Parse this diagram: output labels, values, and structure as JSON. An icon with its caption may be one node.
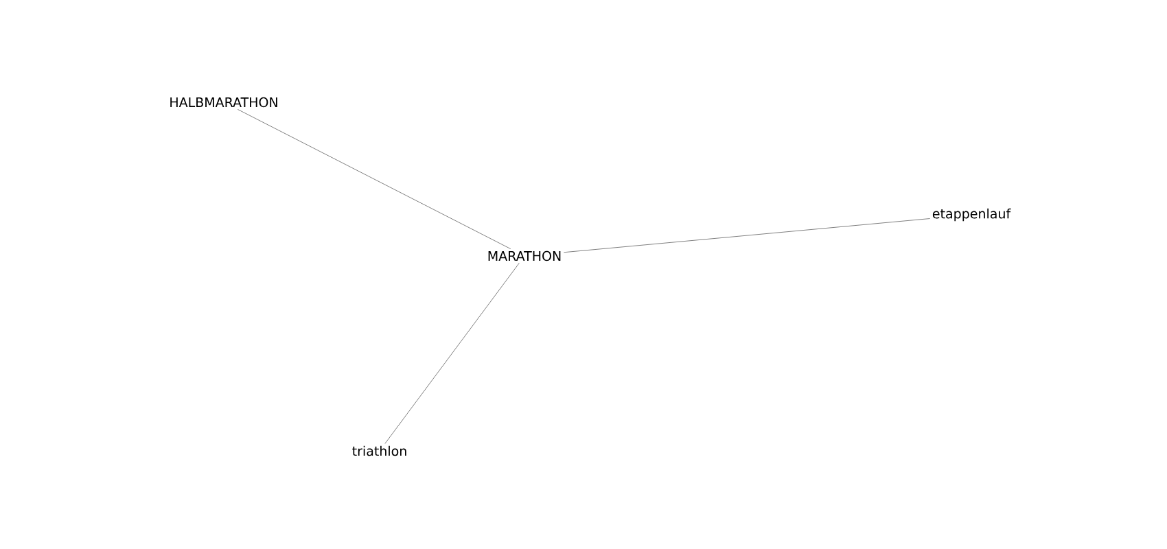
{
  "diagram": {
    "nodes": [
      {
        "text": [
          "HALBMARATHON"
        ]
      },
      {
        "text": [
          "etappenlauf"
        ]
      },
      {
        "text": [
          "MARATHON"
        ]
      },
      {
        "text": [
          "triathlon"
        ]
      }
    ],
    "edges": [
      {
        "from": 2,
        "to": 0,
        "arrow": "none"
      },
      {
        "from": 2,
        "to": 1,
        "arrow": "none"
      },
      {
        "from": 2,
        "to": 3,
        "arrow": "none"
      }
    ]
  }
}
